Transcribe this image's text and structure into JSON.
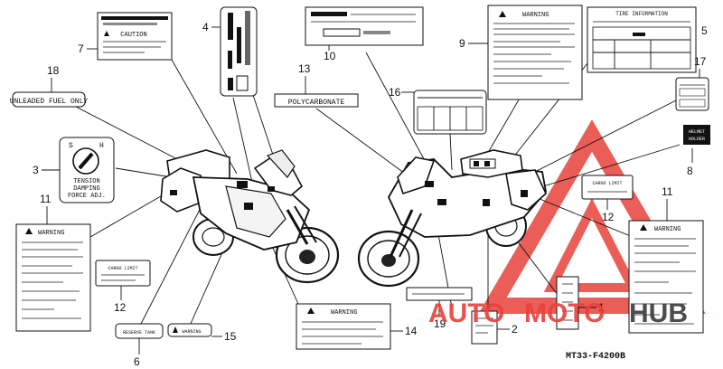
{
  "labels": {
    "unleaded": "UNLEADED FUEL ONLY",
    "polycarbonate": "POLYCARBONATE",
    "tension_1": "TENSION",
    "tension_2": "DAMPING",
    "tension_3": "FORCE ADJ.",
    "tension_s": "S",
    "tension_h": "H",
    "warning": "WARNING",
    "caution": "CAUTION",
    "cargo_limit": "CARGO LIMIT",
    "reserve_tank": "RESERVE TANK",
    "helmet_holder_1": "HELMET",
    "helmet_holder_2": "HOLDER",
    "tire_information": "TIRE INFORMATION",
    "figure_code": "MT33-F4200B"
  },
  "callouts": {
    "n1": "1",
    "n2": "2",
    "n3": "3",
    "n4": "4",
    "n5": "5",
    "n6": "6",
    "n7": "7",
    "n8": "8",
    "n9": "9",
    "n10": "10",
    "n11a": "11",
    "n11b": "11",
    "n12a": "12",
    "n12b": "12",
    "n13": "13",
    "n14": "14",
    "n15": "15",
    "n16": "16",
    "n17": "17",
    "n18": "18",
    "n19": "19"
  },
  "watermark": {
    "brand_a": "AUTO",
    "brand_b": "MOTO",
    "brand_c": "HUB",
    "color_red": "#e8413a",
    "color_dark": "#3a3a3a"
  }
}
